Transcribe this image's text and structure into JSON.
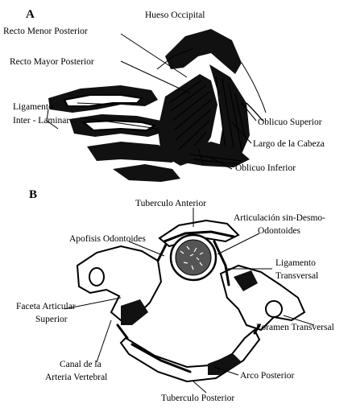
{
  "panel_a": {
    "letter": "A",
    "labels": {
      "occipital": "Hueso Occipital",
      "recto_menor": "Recto Menor Posterior",
      "recto_mayor": "Recto Mayor Posterior",
      "ligamento_line1": "Ligamento",
      "ligamento_line2": "Inter - Laminar",
      "oblicuo_superior": "Oblicuo Superior",
      "largo_cabeza": "Largo de la Cabeza",
      "oblicuo_inferior": "Oblicuo Inferior"
    }
  },
  "panel_b": {
    "letter": "B",
    "labels": {
      "tuberculo_anterior": "Tuberculo Anterior",
      "articulacion_line1": "Articulación sin-Desmo-",
      "articulacion_line2": "Odontoides",
      "apofisis": "Apofisis Odontoides",
      "ligamento_line1": "Ligamento",
      "ligamento_line2": "Transversal",
      "faceta_line1": "Faceta Articular",
      "faceta_line2": "Superior",
      "foramen": "Foramen Transversal",
      "canal_line1": "Canal de la",
      "canal_line2": "Arteria Vertebral",
      "arco_posterior": "Arco Posterior",
      "tuberculo_posterior": "Tuberculo Posterior"
    }
  }
}
